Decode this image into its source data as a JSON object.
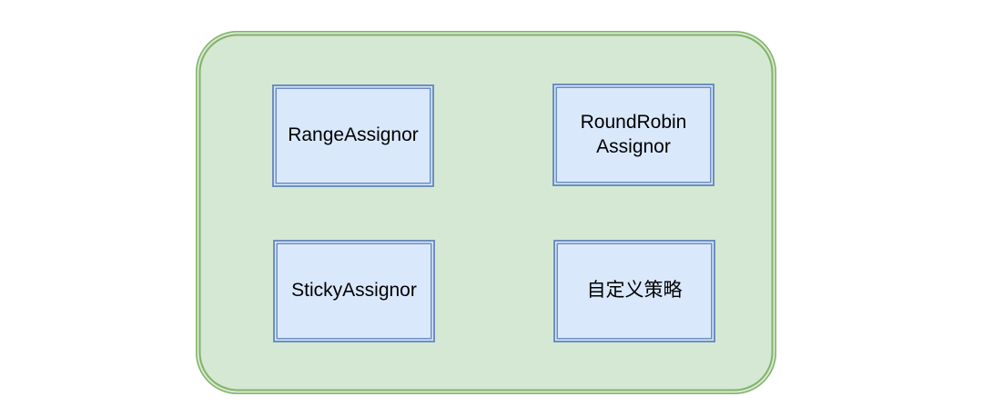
{
  "colors": {
    "page_background": "#ffffff",
    "group_fill": "#d5e8d4",
    "group_stroke": "#82b366",
    "node_fill": "#dae8fc",
    "node_stroke": "#6c8ebf",
    "text": "#000000"
  },
  "diagram": {
    "group": {
      "nodes": [
        {
          "id": "range-assignor",
          "label": "RangeAssignor"
        },
        {
          "id": "roundrobin-assignor",
          "label": "RoundRobin Assignor"
        },
        {
          "id": "sticky-assignor",
          "label": "StickyAssignor"
        },
        {
          "id": "custom-strategy",
          "label": "自定义策略"
        }
      ]
    }
  }
}
